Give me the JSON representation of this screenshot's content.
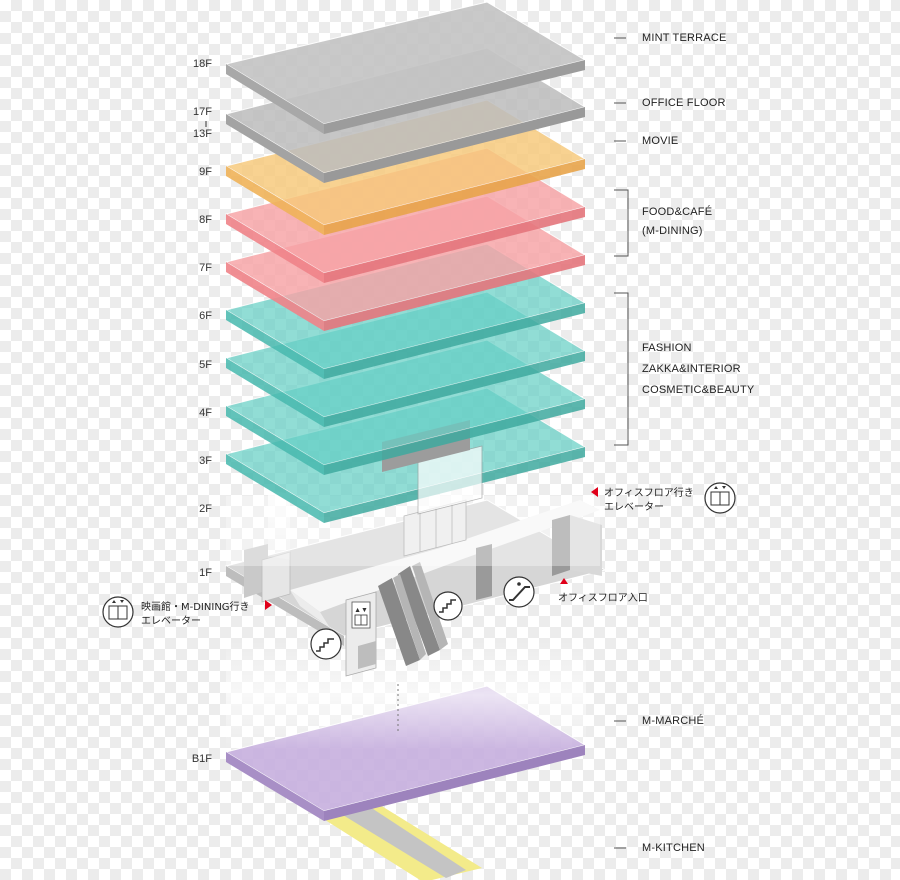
{
  "floor_labels": {
    "f18": "18F",
    "f17": "17F",
    "f13": "13F",
    "f9": "9F",
    "f8": "8F",
    "f7": "7F",
    "f6": "6F",
    "f5": "5F",
    "f4": "4F",
    "f3": "3F",
    "f2": "2F",
    "f1": "1F",
    "b1": "B1F"
  },
  "categories": {
    "mint_terrace": "MINT TERRACE",
    "office_floor": "OFFICE FLOOR",
    "movie": "MOVIE",
    "food_cafe_1": "FOOD&CAFÉ",
    "food_cafe_2": "(M-DINING)",
    "fashion_1": "FASHION",
    "fashion_2": "ZAKKA&INTERIOR",
    "fashion_3": "COSMETIC&BEAUTY",
    "m_marche": "M-MARCHÉ",
    "m_kitchen": "M-KITCHEN"
  },
  "callouts": {
    "office_elevator_1": "オフィスフロア行き",
    "office_elevator_2": "エレベーター",
    "office_entrance": "オフィスフロア入口",
    "movie_elevator_1": "映画館・M-DINING行き",
    "movie_elevator_2": "エレベーター"
  },
  "colors": {
    "gray": "#bdbdbd",
    "orange": "#f7c97a",
    "pink": "#f7a3a6",
    "teal": "#67d0c6",
    "purple": "#c8b1df",
    "yellow": "#f3eb8a",
    "marker_red": "#e0001a"
  }
}
